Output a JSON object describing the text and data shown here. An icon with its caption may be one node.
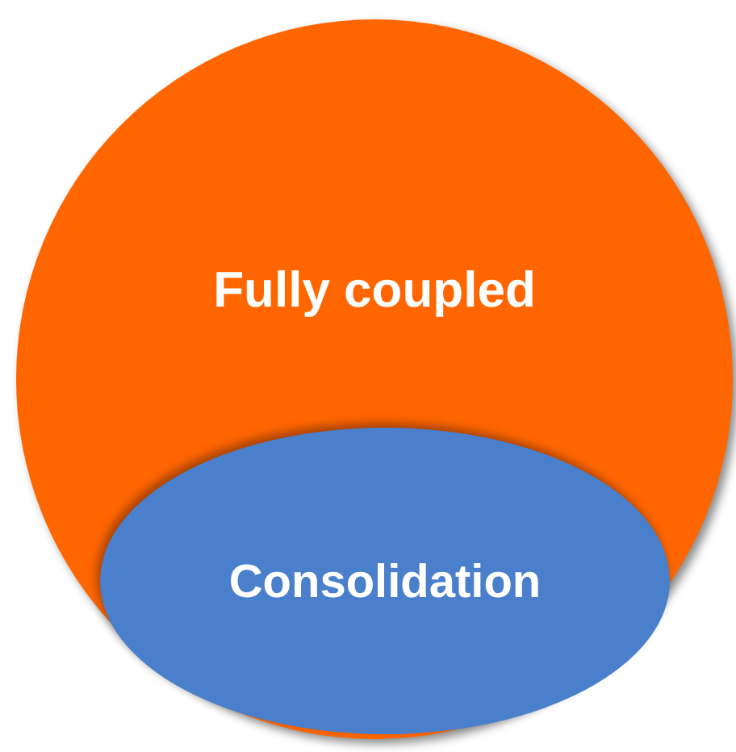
{
  "diagram": {
    "nodes": [
      {
        "text": [
          "Fully coupled"
        ]
      },
      {
        "text": [
          "Consolidation"
        ],
        "in": 0
      }
    ]
  }
}
